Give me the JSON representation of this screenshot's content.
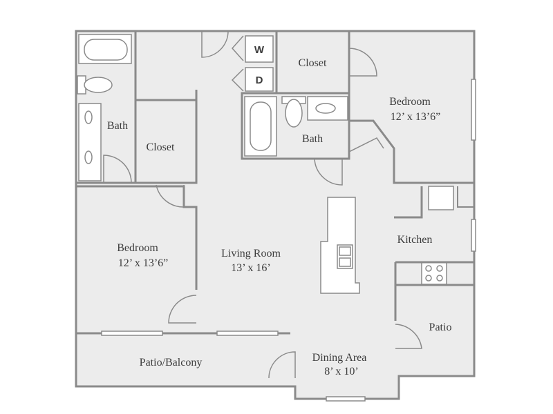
{
  "rooms": {
    "bedroom_left": {
      "name": "Bedroom",
      "size": "12’ x 13’6”"
    },
    "bedroom_right": {
      "name": "Bedroom",
      "size": "12’ x 13’6”"
    },
    "living_room": {
      "name": "Living Room",
      "size": "13’ x 16’"
    },
    "dining_area": {
      "name": "Dining Area",
      "size": "8’ x 10’"
    },
    "kitchen": {
      "name": "Kitchen"
    },
    "patio_right": {
      "name": "Patio"
    },
    "patio_balcony": {
      "name": "Patio/Balcony"
    },
    "bath_left": {
      "name": "Bath"
    },
    "bath_right": {
      "name": "Bath"
    },
    "closet_left": {
      "name": "Closet"
    },
    "closet_top": {
      "name": "Closet"
    }
  },
  "appliances": {
    "washer": "W",
    "dryer": "D"
  },
  "colors": {
    "floor": "#ececec",
    "wall": "#8a8a8a",
    "text": "#3c3c3c"
  }
}
